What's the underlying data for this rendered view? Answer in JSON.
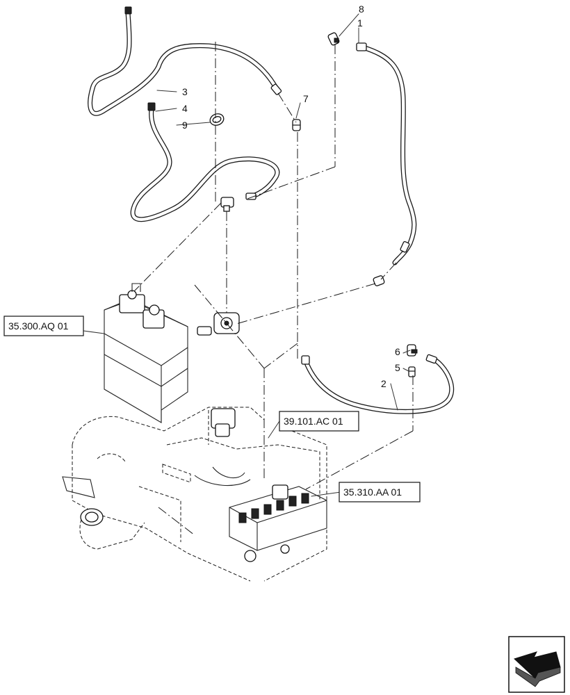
{
  "callouts": {
    "c1": "1",
    "c2": "2",
    "c3": "3",
    "c4": "4",
    "c5": "5",
    "c6": "6",
    "c7": "7",
    "c8": "8",
    "c9": "9"
  },
  "references": {
    "r1": "35.300.AQ 01",
    "r2": "39.101.AC 01",
    "r3": "35.310.AA 01"
  },
  "nav": {
    "icon": "page-navigation-arrow-icon"
  }
}
